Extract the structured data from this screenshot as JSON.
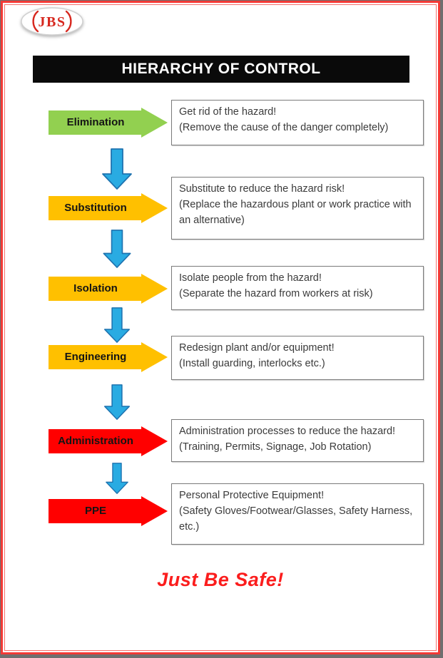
{
  "logo": {
    "text": "JBS",
    "color": "#d7281f"
  },
  "header": {
    "title": "HIERARCHY OF CONTROL",
    "bg": "#0a0a0a",
    "fg": "#ffffff"
  },
  "colors": {
    "green": "#92D050",
    "amber": "#FFC000",
    "red": "#FF0000",
    "down_arrow_fill": "#29ABE2",
    "down_arrow_stroke": "#1E73B0",
    "slogan_red": "#fb1d1d"
  },
  "rows": [
    {
      "label": "Elimination",
      "color": "#92D050",
      "title": "Get rid of the hazard!",
      "detail": "(Remove the cause of the danger completely)"
    },
    {
      "label": "Substitution",
      "color": "#FFC000",
      "title": "Substitute to reduce the hazard risk!",
      "detail": "(Replace the hazardous plant or work practice with an alternative)"
    },
    {
      "label": "Isolation",
      "color": "#FFC000",
      "title": "Isolate people from the hazard!",
      "detail": "(Separate the hazard from workers at risk)"
    },
    {
      "label": "Engineering",
      "color": "#FFC000",
      "title": "Redesign plant and/or equipment!",
      "detail": "(Install guarding, interlocks etc.)"
    },
    {
      "label": "Administration",
      "color": "#FF0000",
      "title": "Administration processes to reduce the hazard!",
      "detail": "(Training, Permits, Signage, Job Rotation)"
    },
    {
      "label": "PPE",
      "color": "#FF0000",
      "title": "Personal Protective Equipment!",
      "detail": "(Safety Gloves/Footwear/Glasses, Safety Harness, etc.)"
    }
  ],
  "footer": {
    "slogan": "Just Be Safe!"
  }
}
